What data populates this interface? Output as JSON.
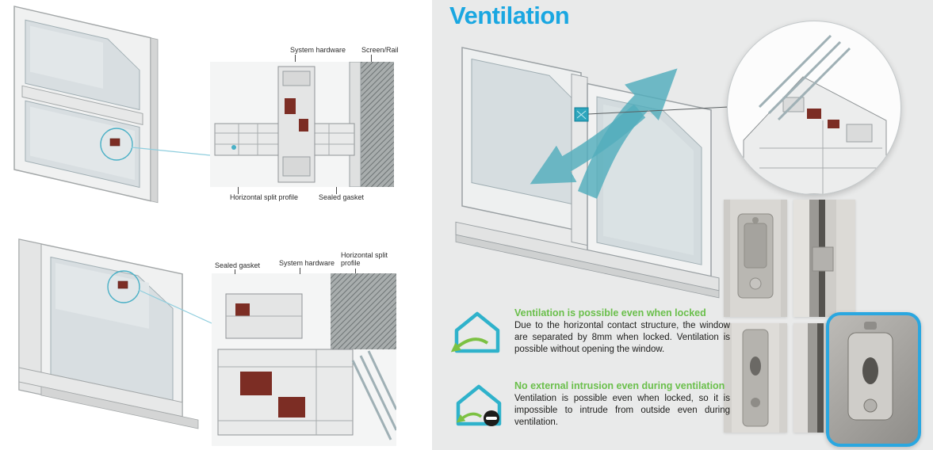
{
  "title": "Ventilation",
  "colors": {
    "title_blue": "#1aa7e1",
    "heading_green": "#6abf4b",
    "airflow_teal": "#53aebd",
    "callout_teal": "#4ab0c6",
    "panel_bg": "#e9eaea",
    "profile_red": "#7c2d24"
  },
  "left_panel": {
    "top_detail_labels": {
      "system_hardware": "System hardware",
      "screen_rail": "Screen/Rail",
      "horizontal_split_profile": "Horizontal split profile",
      "sealed_gasket": "Sealed gasket"
    },
    "bottom_detail_labels": {
      "sealed_gasket": "Sealed gasket",
      "system_hardware": "System hardware",
      "horizontal_split_profile": "Horizontal split profile"
    }
  },
  "sections": [
    {
      "icon": "house-airflow-icon",
      "heading": "Ventilation is possible even when locked",
      "body": "Due to the horizontal contact structure, the window are separated by 8mm when locked. Ventilation is possible without opening the window."
    },
    {
      "icon": "house-lock-icon",
      "heading": "No external intrusion even during ventilation",
      "body": "Ventilation is possible even when locked, so it is impossible to intrude from outside even during ventilation."
    }
  ]
}
